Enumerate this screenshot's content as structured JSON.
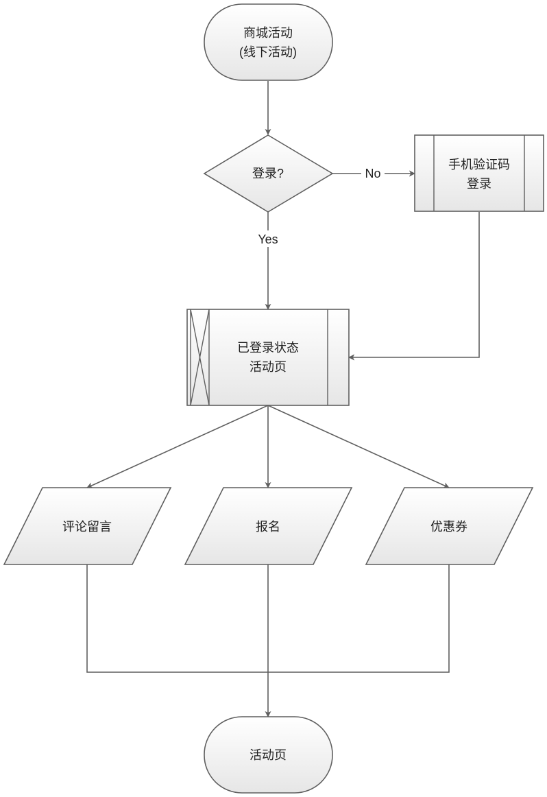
{
  "nodes": {
    "start": {
      "line1": "商城活动",
      "line2": "(线下活动)"
    },
    "decision": {
      "label": "登录?"
    },
    "sms_login": {
      "line1": "手机验证码",
      "line2": "登录"
    },
    "logged_page": {
      "line1": "已登录状态",
      "line2": "活动页"
    },
    "comment": {
      "label": "评论留言"
    },
    "signup": {
      "label": "报名"
    },
    "coupon": {
      "label": "优惠券"
    },
    "end": {
      "label": "活动页"
    }
  },
  "edges": {
    "no_label": "No",
    "yes_label": "Yes"
  },
  "colors": {
    "stroke": "#5f5f5f",
    "fill_top": "#ffffff",
    "fill_bottom": "#e6e6e6"
  }
}
